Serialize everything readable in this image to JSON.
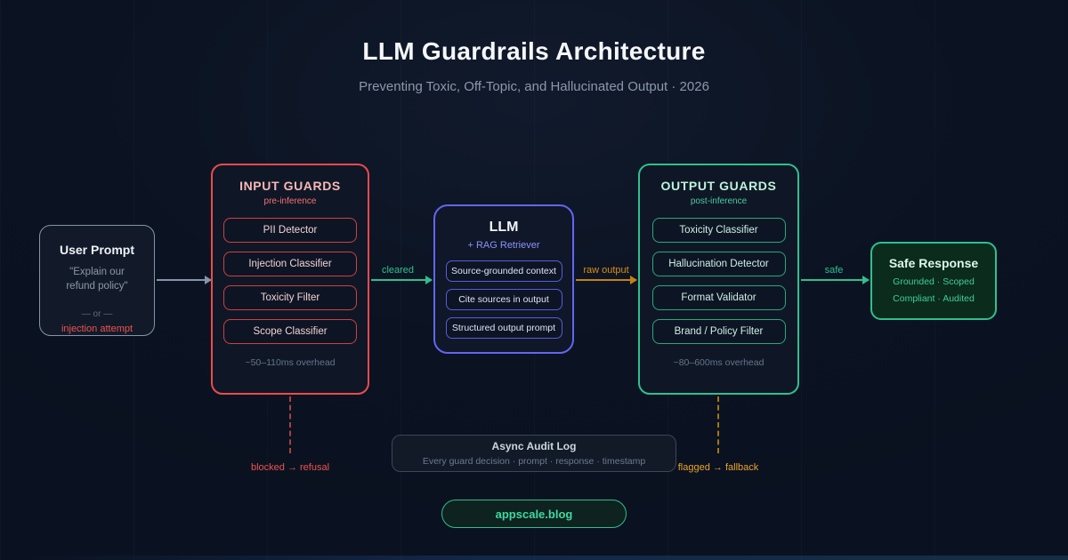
{
  "header": {
    "title": "LLM Guardrails Architecture",
    "subtitle": "Preventing Toxic, Off-Topic, and Hallucinated Output · 2026"
  },
  "user_prompt": {
    "title": "User Prompt",
    "quote_line1": "\"Explain our",
    "quote_line2": "refund policy\"",
    "or_divider": "— or —",
    "alt_text": "injection attempt"
  },
  "input_guards": {
    "title": "INPUT GUARDS",
    "subtitle": "pre-inference",
    "items": [
      "PII Detector",
      "Injection Classifier",
      "Toxicity Filter",
      "Scope Classifier"
    ],
    "overhead": "~50–110ms overhead",
    "blocked_label": "blocked → refusal"
  },
  "llm": {
    "title": "LLM",
    "subtitle": "+ RAG Retriever",
    "items": [
      "Source-grounded context",
      "Cite sources in output",
      "Structured output prompt"
    ]
  },
  "output_guards": {
    "title": "OUTPUT GUARDS",
    "subtitle": "post-inference",
    "items": [
      "Toxicity Classifier",
      "Hallucination Detector",
      "Format Validator",
      "Brand / Policy Filter"
    ],
    "overhead": "~80–600ms overhead",
    "flagged_label": "flagged → fallback"
  },
  "safe_response": {
    "title": "Safe Response",
    "line1": "Grounded · Scoped",
    "line2": "Compliant · Audited"
  },
  "flow_labels": {
    "cleared": "cleared",
    "raw_output": "raw output",
    "safe": "safe"
  },
  "audit_log": {
    "title": "Async Audit Log",
    "subtitle": "Every guard decision · prompt · response · timestamp"
  },
  "footer": {
    "brand": "appscale.blog"
  },
  "colors": {
    "background": "#0a1120",
    "danger": "#ec4b4b",
    "indigo": "#6366f1",
    "success": "#2fc08d",
    "amber": "#d98d14",
    "neutral_border": "#8494a6"
  }
}
